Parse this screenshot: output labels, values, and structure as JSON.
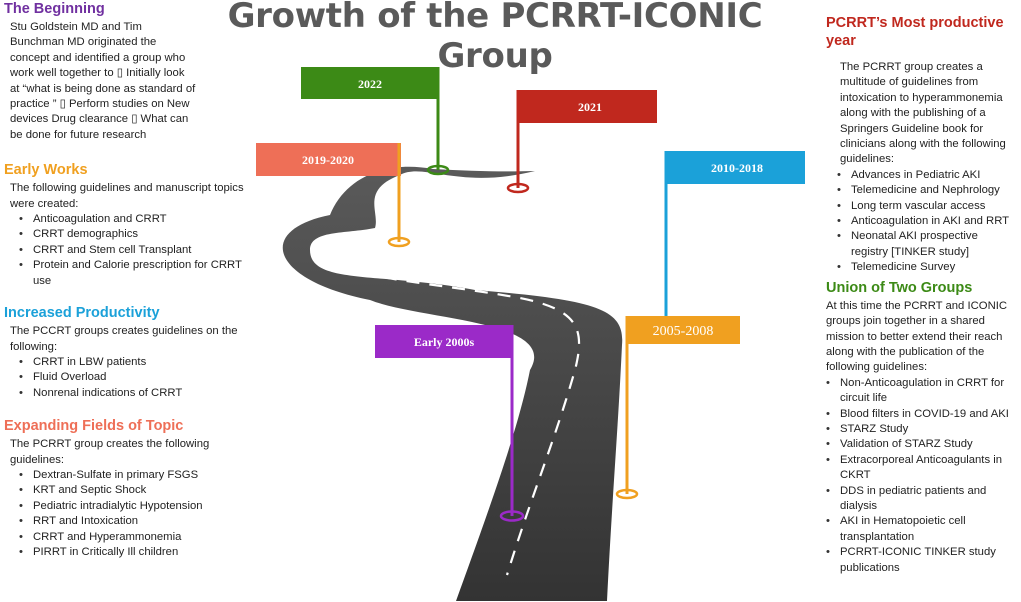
{
  "title": "Growth of the PCRRT-ICONIC Group",
  "sections_left": [
    {
      "heading": "The Beginning",
      "color": "#7030A0",
      "text": "Stu Goldstein MD and Tim Bunchman MD originated the concept and identified a group who work well together to ▯ Initially look at “what is being done as standard of practice ” ▯ Perform studies on New devices Drug clearance ▯ What can be done for future research"
    },
    {
      "heading": "Early Works",
      "color": "#F0A020",
      "text": "The following guidelines and manuscript topics were created:",
      "items": [
        "Anticoagulation and CRRT",
        "CRRT demographics",
        "CRRT and Stem cell Transplant",
        "Protein and Calorie prescription for CRRT use"
      ]
    },
    {
      "heading": "Increased Productivity",
      "color": "#1BA1D9",
      "text": "The PCCRT groups creates guidelines on the following:",
      "items": [
        "CRRT in LBW patients",
        "Fluid Overload",
        "Nonrenal indications of CRRT"
      ]
    },
    {
      "heading": "Expanding Fields of Topic",
      "color": "#EE6F57",
      "text": "The PCRRT group creates the following guidelines:",
      "items": [
        "Dextran-Sulfate in primary FSGS",
        "KRT and Septic Shock",
        "Pediatric intradialytic Hypotension",
        "RRT and Intoxication",
        "CRRT and Hyperammonemia",
        "PIRRT in Critically Ill children"
      ]
    }
  ],
  "sections_right": [
    {
      "heading": "PCRRT’s Most productive year",
      "color": "#C0281E",
      "text": "The PCRRT group creates a multitude of guidelines from intoxication to hyperammonemia along with the publishing of a Springers Guideline book for clinicians along with the following guidelines:",
      "items": [
        "Advances in Pediatric AKI",
        "Telemedicine and Nephrology",
        "Long term vascular access",
        "Anticoagulation in AKI and RRT",
        "Neonatal AKI prospective registry [TINKER study]",
        "Telemedicine Survey"
      ]
    },
    {
      "heading": "Union of Two Groups",
      "color": "#3C8A16",
      "text": "At this time the PCRRT and ICONIC groups join together in a shared mission to better extend their reach along with the publication of the following guidelines:",
      "items": [
        "Non-Anticoagulation in CRRT for circuit life",
        "Blood filters in COVID-19 and AKI",
        "STARZ Study",
        "Validation of STARZ Study",
        "Extracorporeal Anticoagulants in CKRT",
        "DDS in pediatric patients and dialysis",
        "AKI in Hematopoietic cell transplantation",
        "PCRRT-ICONIC TINKER study publications"
      ]
    }
  ],
  "flags": [
    {
      "label": "2022",
      "color": "#3C8A16"
    },
    {
      "label": "2021",
      "color": "#C0281E"
    },
    {
      "label": "2019-2020",
      "color": "#EE6F57"
    },
    {
      "label": "2010-2018",
      "color": "#1BA1D9"
    },
    {
      "label": "Early 2000s",
      "color": "#9B2AC8"
    },
    {
      "label": "2005-2008",
      "color": "#F0A020"
    }
  ]
}
